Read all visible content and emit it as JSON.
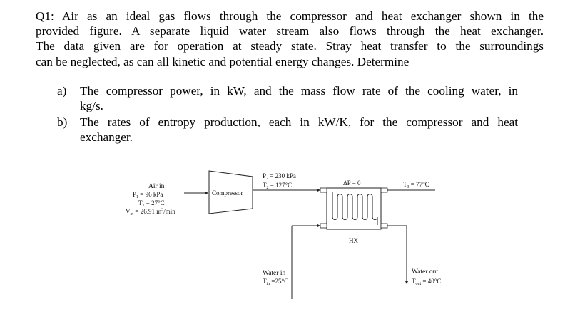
{
  "question": {
    "intro_lines": [
      "Q1: Air as an ideal gas flows through the compressor and heat exchanger shown in the",
      "provided figure. A separate liquid water stream also flows through the heat exchanger.",
      "The data given are for operation at steady state. Stray heat transfer to the surroundings",
      "can be neglected, as can all kinetic and potential energy changes. Determine"
    ],
    "part_a": {
      "label": "a)",
      "lines": [
        "The compressor power, in kW, and the mass flow rate of the cooling water, in",
        "kg/s."
      ]
    },
    "part_b": {
      "label": "b)",
      "lines": [
        "The rates of entropy production, each in kW/K, for the compressor and heat",
        "exchanger."
      ]
    }
  },
  "figure": {
    "air_in": {
      "title": "Air in",
      "p1": "P",
      "p1_sub": "1",
      "p1_val": " = 96 kPa",
      "t1": "T",
      "t1_sub": "1",
      "t1_val": " = 27°C",
      "vin": "V",
      "vin_sub": "in",
      "vin_val": " = 26.91 m",
      "vin_sup": "3",
      "vin_unit": "/min"
    },
    "compressor_label": "Compressor",
    "state2": {
      "p2": "P",
      "p2_sub": "2",
      "p2_val": " = 230 kPa",
      "t2": "T",
      "t2_sub": "2",
      "t2_val": " = 127°C"
    },
    "delta_p": "ΔP = 0",
    "state3": {
      "t3": "T",
      "t3_sub": "3",
      "t3_val": " = 77°C"
    },
    "hx_label": "HX",
    "water_in": {
      "title": "Water in",
      "t": "T",
      "t_sub": "in",
      "t_val": " =25°C"
    },
    "water_out": {
      "title": "Water out",
      "t": "T",
      "t_sub": "out",
      "t_val": " = 40°C"
    }
  }
}
